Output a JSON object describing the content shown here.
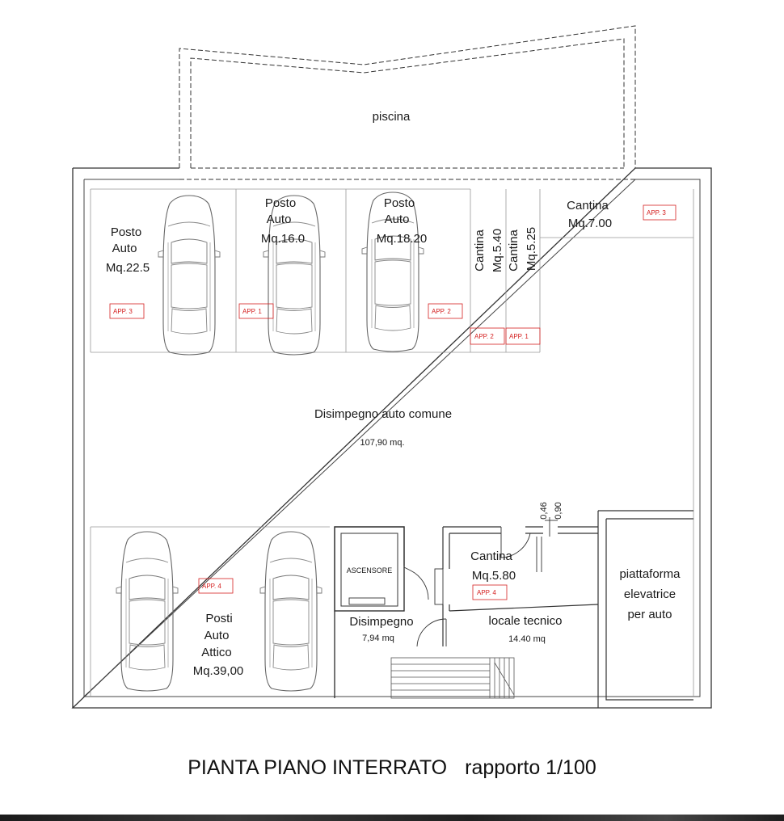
{
  "plan": {
    "pool": {
      "label": "piscina"
    },
    "parking_top": [
      {
        "lines": [
          "Posto",
          "Auto",
          "Mq.22.5"
        ],
        "tag": "APP. 3"
      },
      {
        "lines": [
          "Posto",
          "Auto",
          "Mq.16.0"
        ],
        "tag": "APP. 1"
      },
      {
        "lines": [
          "Posto",
          "Auto",
          "Mq.18.20"
        ],
        "tag": "APP. 2"
      }
    ],
    "cellars_narrow": [
      {
        "lines": [
          "Cantina",
          "Mq.5.40"
        ],
        "tag": "APP. 2"
      },
      {
        "lines": [
          "Cantina",
          "Mq.5.25"
        ],
        "tag": "APP. 1"
      }
    ],
    "cellar_right": {
      "lines": [
        "Cantina",
        "Mq.7.00"
      ],
      "tag": "APP. 3"
    },
    "common_driveway": {
      "label": "Disimpegno auto comune",
      "area": "107,90 mq."
    },
    "parking_attic": {
      "lines": [
        "Posti",
        "Auto",
        "Attico",
        "Mq.39,00"
      ],
      "tag": "APP. 4"
    },
    "elevator": {
      "label": "ASCENSORE"
    },
    "hall": {
      "label": "Disimpegno",
      "area": "7,94 mq"
    },
    "cellar_small": {
      "lines": [
        "Cantina",
        "Mq.5.80"
      ],
      "tag": "APP. 4"
    },
    "technical_room": {
      "label": "locale tecnico",
      "area": "14.40 mq"
    },
    "car_platform": {
      "lines": [
        "piattaforma",
        "elevatrice",
        "per auto"
      ]
    },
    "dimensions": [
      "0,46",
      "0,90"
    ]
  },
  "colors": {
    "tag": "#d42020",
    "wall": "#2a2a2a",
    "thin": "#8a8a8a"
  },
  "title": {
    "main": "PIANTA PIANO INTERRATO",
    "scale": "rapporto 1/100"
  }
}
